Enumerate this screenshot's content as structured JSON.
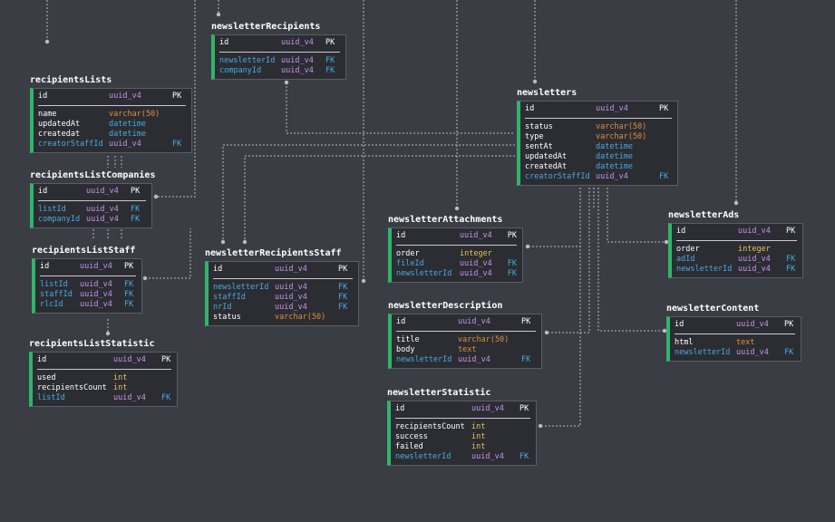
{
  "colors": {
    "background": "#3a3d44",
    "box": "#2b2d32",
    "accent": "#2fb56b",
    "foreign_key": "#4aa9e0",
    "uuid_type": "#c792ea",
    "varchar_type": "#e08e3c",
    "int_type": "#e5c15c",
    "connector": "#b9bcc4"
  },
  "tables": [
    {
      "name": "newsletterRecipients",
      "columns": [
        {
          "name": "id",
          "type": "uuid_v4",
          "key": "PK"
        },
        {
          "name": "newsletterId",
          "type": "uuid_v4",
          "key": "FK"
        },
        {
          "name": "companyId",
          "type": "uuid_v4",
          "key": "FK"
        }
      ]
    },
    {
      "name": "recipientsLists",
      "columns": [
        {
          "name": "id",
          "type": "uuid_v4",
          "key": "PK"
        },
        {
          "name": "name",
          "type": "varchar(50)",
          "key": ""
        },
        {
          "name": "updatedAt",
          "type": "datetime",
          "key": ""
        },
        {
          "name": "createdat",
          "type": "datetime",
          "key": ""
        },
        {
          "name": "creatorStaffId",
          "type": "uuid_v4",
          "key": "FK"
        }
      ]
    },
    {
      "name": "newsletters",
      "columns": [
        {
          "name": "id",
          "type": "uuid_v4",
          "key": "PK"
        },
        {
          "name": "status",
          "type": "varchar(50)",
          "key": ""
        },
        {
          "name": "type",
          "type": "varchar(50)",
          "key": ""
        },
        {
          "name": "sentAt",
          "type": "datetime",
          "key": ""
        },
        {
          "name": "updatedAt",
          "type": "datetime",
          "key": ""
        },
        {
          "name": "createdAt",
          "type": "datetime",
          "key": ""
        },
        {
          "name": "creatorStaffId",
          "type": "uuid_v4",
          "key": "FK"
        }
      ]
    },
    {
      "name": "recipientsListCompanies",
      "columns": [
        {
          "name": "id",
          "type": "uuid_v4",
          "key": "PK"
        },
        {
          "name": "listId",
          "type": "uuid_v4",
          "key": "FK"
        },
        {
          "name": "companyId",
          "type": "uuid_v4",
          "key": "FK"
        }
      ]
    },
    {
      "name": "newsletterAttachments",
      "columns": [
        {
          "name": "id",
          "type": "uuid_v4",
          "key": "PK"
        },
        {
          "name": "order",
          "type": "integer",
          "key": ""
        },
        {
          "name": "fileId",
          "type": "uuid_v4",
          "key": "FK"
        },
        {
          "name": "newsletterId",
          "type": "uuid_v4",
          "key": "FK"
        }
      ]
    },
    {
      "name": "newsletterAds",
      "columns": [
        {
          "name": "id",
          "type": "uuid_v4",
          "key": "PK"
        },
        {
          "name": "order",
          "type": "integer",
          "key": ""
        },
        {
          "name": "adId",
          "type": "uuid_v4",
          "key": "FK"
        },
        {
          "name": "newsletterId",
          "type": "uuid_v4",
          "key": "FK"
        }
      ]
    },
    {
      "name": "recipientsListStaff",
      "columns": [
        {
          "name": "id",
          "type": "uuid_v4",
          "key": "PK"
        },
        {
          "name": "listId",
          "type": "uuid_v4",
          "key": "FK"
        },
        {
          "name": "staffId",
          "type": "uuid_v4",
          "key": "FK"
        },
        {
          "name": "rlcId",
          "type": "uuid_v4",
          "key": "FK"
        }
      ]
    },
    {
      "name": "newsletterRecipientsStaff",
      "columns": [
        {
          "name": "id",
          "type": "uuid_v4",
          "key": "PK"
        },
        {
          "name": "newsletterId",
          "type": "uuid_v4",
          "key": "FK"
        },
        {
          "name": "staffId",
          "type": "uuid_v4",
          "key": "FK"
        },
        {
          "name": "nrId",
          "type": "uuid_v4",
          "key": "FK"
        },
        {
          "name": "status",
          "type": "varchar(50)",
          "key": ""
        }
      ]
    },
    {
      "name": "newsletterDescription",
      "columns": [
        {
          "name": "id",
          "type": "uuid_v4",
          "key": "PK"
        },
        {
          "name": "title",
          "type": "varchar(50)",
          "key": ""
        },
        {
          "name": "body",
          "type": "text",
          "key": ""
        },
        {
          "name": "newsletterId",
          "type": "uuid_v4",
          "key": "FK"
        }
      ]
    },
    {
      "name": "newsletterContent",
      "columns": [
        {
          "name": "id",
          "type": "uuid_v4",
          "key": "PK"
        },
        {
          "name": "html",
          "type": "text",
          "key": ""
        },
        {
          "name": "newsletterId",
          "type": "uuid_v4",
          "key": "FK"
        }
      ]
    },
    {
      "name": "recipientsListStatistic",
      "columns": [
        {
          "name": "id",
          "type": "uuid_v4",
          "key": "PK"
        },
        {
          "name": "used",
          "type": "int",
          "key": ""
        },
        {
          "name": "recipientsCount",
          "type": "int",
          "key": ""
        },
        {
          "name": "listId",
          "type": "uuid_v4",
          "key": "FK"
        }
      ]
    },
    {
      "name": "newsletterStatistic",
      "columns": [
        {
          "name": "id",
          "type": "uuid_v4",
          "key": "PK"
        },
        {
          "name": "recipientsCount",
          "type": "int",
          "key": ""
        },
        {
          "name": "success",
          "type": "int",
          "key": ""
        },
        {
          "name": "failed",
          "type": "int",
          "key": ""
        },
        {
          "name": "newsletterId",
          "type": "uuid_v4",
          "key": "FK"
        }
      ]
    }
  ]
}
